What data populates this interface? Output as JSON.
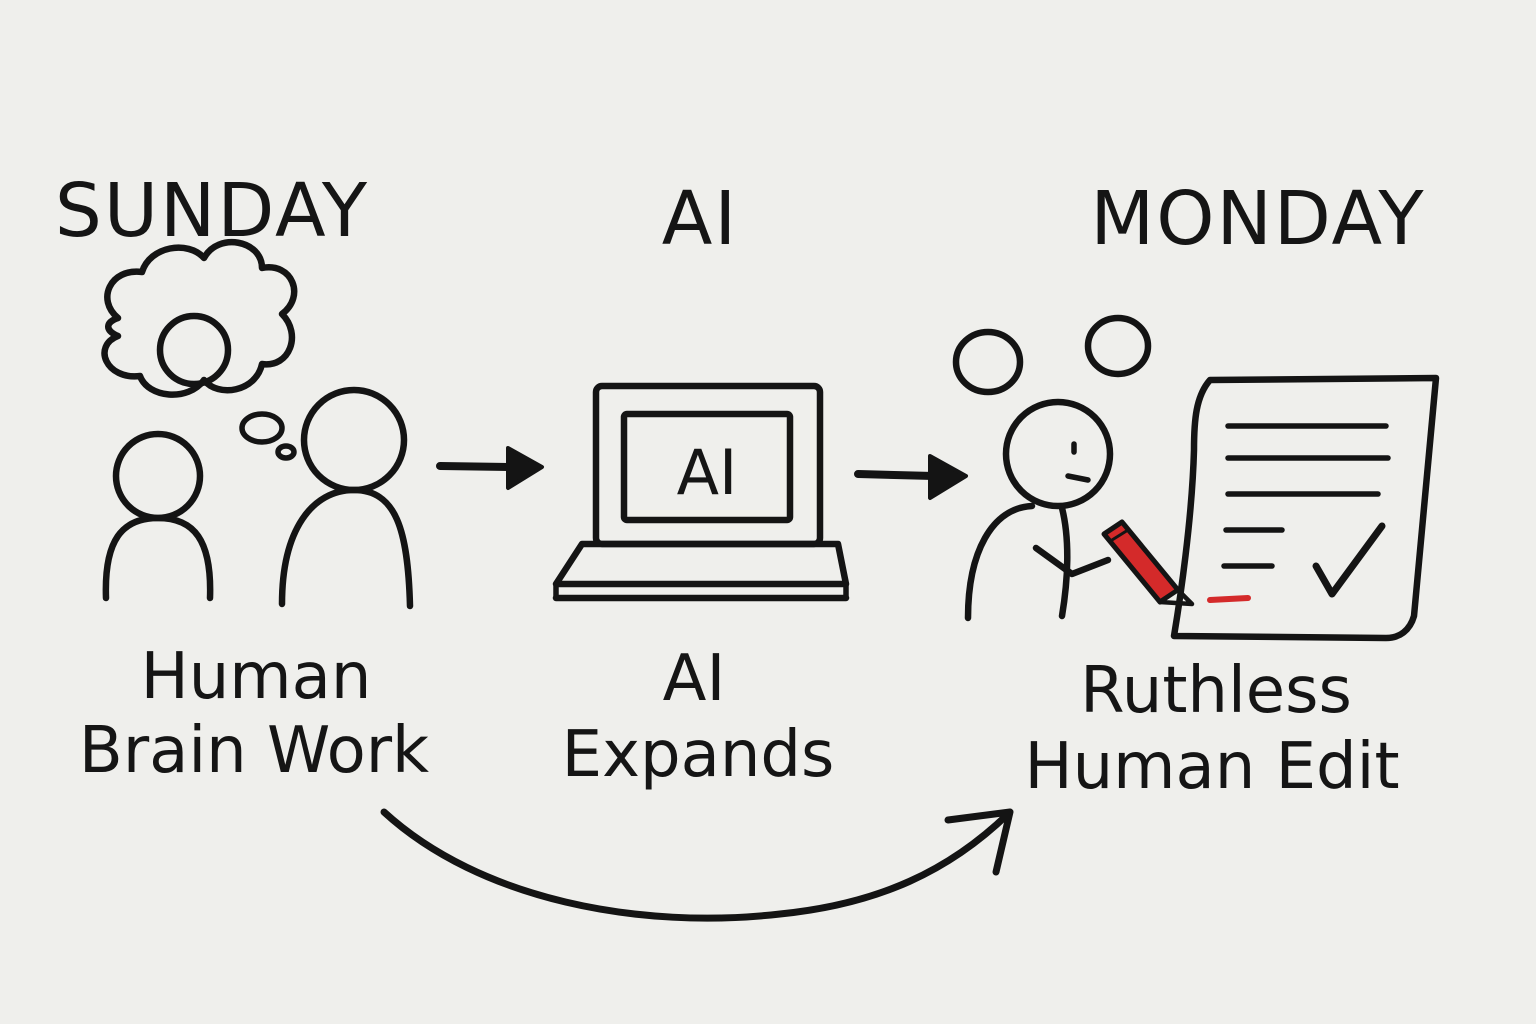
{
  "stages": {
    "sunday": {
      "heading": "SUNDAY",
      "caption_line1": "Human",
      "caption_line2": "Brain Work"
    },
    "ai": {
      "heading": "AI",
      "screen_text": "AI",
      "caption_line1": "AI",
      "caption_line2": "Expands"
    },
    "monday": {
      "heading": "MONDAY",
      "caption_line1": "Ruthless",
      "caption_line2": "Human Edit"
    }
  },
  "colors": {
    "ink": "#141414",
    "background": "#efefec",
    "edit_red": "#d42a2a"
  },
  "icons": [
    "thought-cloud-icon",
    "person-icon",
    "laptop-icon",
    "pen-icon",
    "document-icon",
    "checkmark-icon",
    "arrow-right-icon",
    "curved-arrow-icon"
  ]
}
